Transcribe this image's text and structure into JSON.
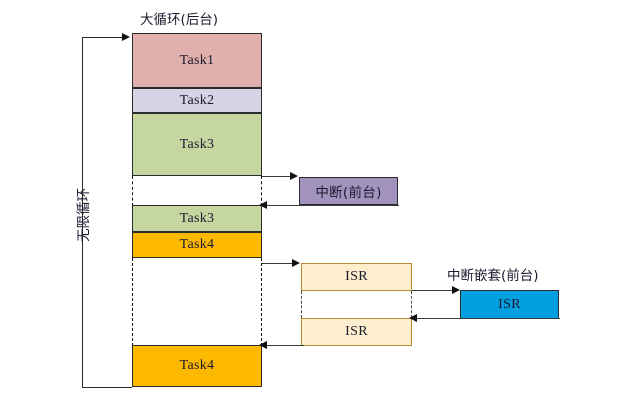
{
  "diagram": {
    "title_top": "大循环(后台)",
    "loop_label": "无限循环",
    "caption_bottom": "",
    "colors": {
      "task1": "#dfb0ac",
      "task2": "#d8d3e4",
      "task3": "#c5d6a0",
      "task4": "#fcb900",
      "interrupt": "#a193bd",
      "isr": "#fdeecd",
      "isr_nested": "#00a0e0",
      "stroke": "#2b2b2b",
      "isr_border": "#b98a2e",
      "background": "#ffffff"
    },
    "background_column": {
      "name": "大循环(后台)",
      "blocks": [
        {
          "label": "Task1",
          "color_key": "task1"
        },
        {
          "label": "Task2",
          "color_key": "task2"
        },
        {
          "label": "Task3",
          "color_key": "task3"
        },
        {
          "label": "Task3",
          "color_key": "task3"
        },
        {
          "label": "Task4",
          "color_key": "task4"
        },
        {
          "label": "Task4",
          "color_key": "task4"
        }
      ]
    },
    "foreground_interrupt": {
      "title": "中断(前台)",
      "label": "中断(前台)"
    },
    "isr_column": {
      "blocks": [
        {
          "label": "ISR"
        },
        {
          "label": "ISR"
        }
      ]
    },
    "nested_interrupt": {
      "title": "中断嵌套(前台)",
      "block": {
        "label": "ISR"
      }
    }
  }
}
